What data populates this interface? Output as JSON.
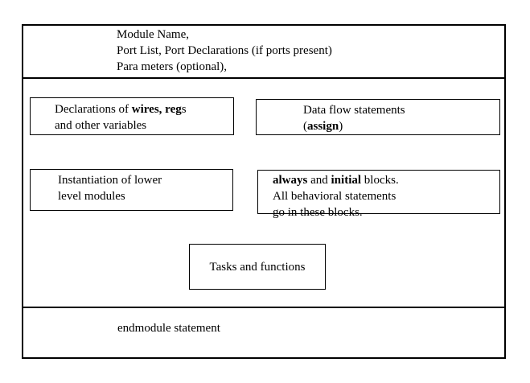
{
  "diagram": {
    "colors": {
      "border": "#000000",
      "background": "#ffffff"
    },
    "header_section": {
      "lines": [
        "Module Name,",
        "Port List, Port Declarations (if ports present)",
        "Para meters (optional),"
      ]
    },
    "boxes": {
      "declarations": {
        "lines": [
          [
            {
              "text": "Declarations of ",
              "bold": false
            },
            {
              "text": "wires, reg",
              "bold": true
            },
            {
              "text": "s",
              "bold": false
            }
          ],
          [
            {
              "text": "and other variables",
              "bold": false
            }
          ]
        ]
      },
      "dataflow": {
        "lines": [
          [
            {
              "text": "Data flow statements",
              "bold": false
            }
          ],
          [
            {
              "text": "(",
              "bold": false
            },
            {
              "text": "assign",
              "bold": true
            },
            {
              "text": ")",
              "bold": false
            }
          ]
        ]
      },
      "instantiation": {
        "lines": [
          [
            {
              "text": "Instantiation of lower",
              "bold": false
            }
          ],
          [
            {
              "text": "level modules",
              "bold": false
            }
          ]
        ]
      },
      "always_initial": {
        "lines": [
          [
            {
              "text": "always",
              "bold": true
            },
            {
              "text": " and ",
              "bold": false
            },
            {
              "text": "initial",
              "bold": true
            },
            {
              "text": " blocks.",
              "bold": false
            }
          ],
          [
            {
              "text": "All behavioral statements",
              "bold": false
            }
          ],
          [
            {
              "text": "go in these blocks.",
              "bold": false
            }
          ]
        ]
      },
      "tasks": {
        "lines": [
          [
            {
              "text": "Tasks and functions",
              "bold": false
            }
          ]
        ]
      }
    },
    "footer_section": {
      "text": "endmodule statement"
    }
  }
}
